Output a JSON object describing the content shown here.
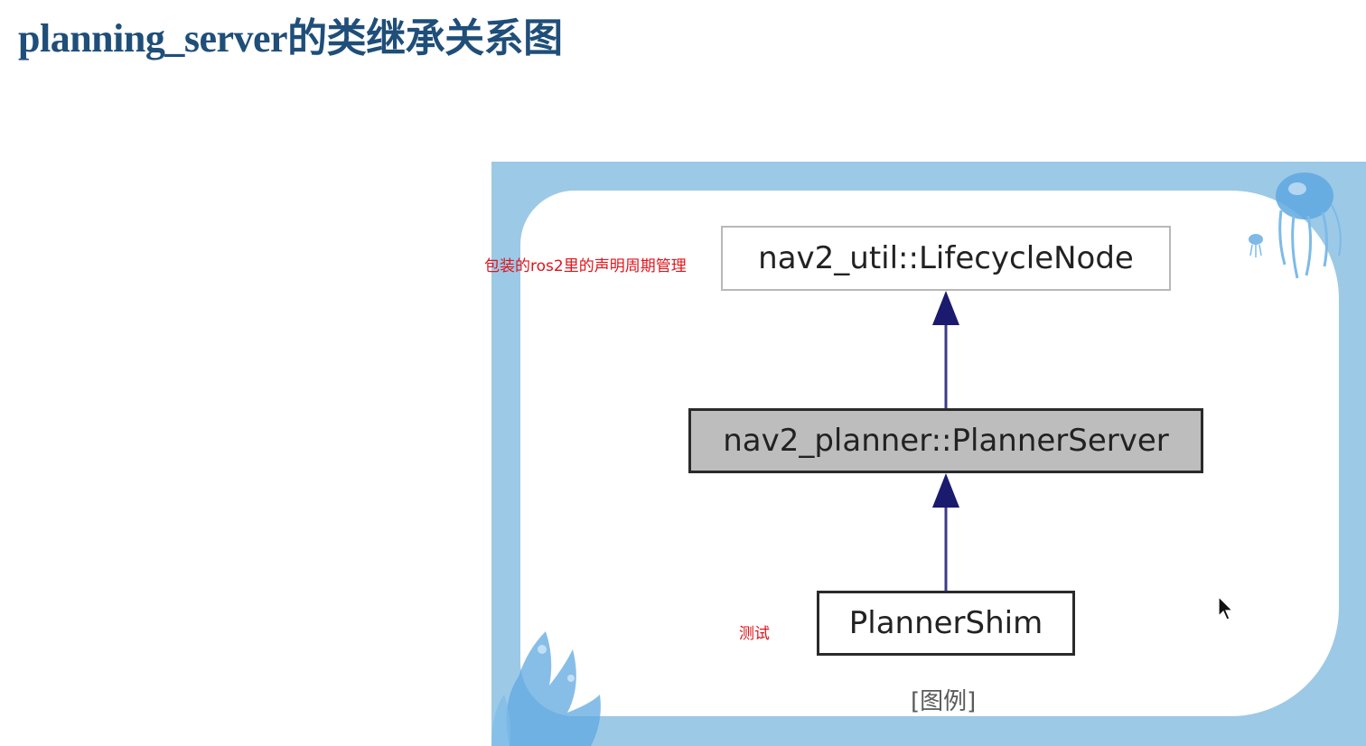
{
  "title": "planning_server的类继承关系图",
  "diagram": {
    "nodes": [
      {
        "id": "lifecycle",
        "label": "nav2_util::LifecycleNode"
      },
      {
        "id": "planner_server",
        "label": "nav2_planner::PlannerServer"
      },
      {
        "id": "shim",
        "label": "PlannerShim"
      }
    ],
    "edges": [
      {
        "from": "planner_server",
        "to": "lifecycle",
        "type": "inheritance"
      },
      {
        "from": "shim",
        "to": "planner_server",
        "type": "inheritance"
      }
    ],
    "legend_label": "[图例]",
    "colors": {
      "frame_bg": "#9cc9e6",
      "edge": "#1a1a6e",
      "highlight_node": "#bdbdbd"
    }
  },
  "annotations": {
    "lifecycle_note": "包装的ros2里的声明周期管理",
    "test_note": "测试"
  },
  "icons": {
    "cursor": "mouse-pointer-icon",
    "jellyfish": "jellyfish-decoration",
    "coral": "coral-decoration"
  }
}
